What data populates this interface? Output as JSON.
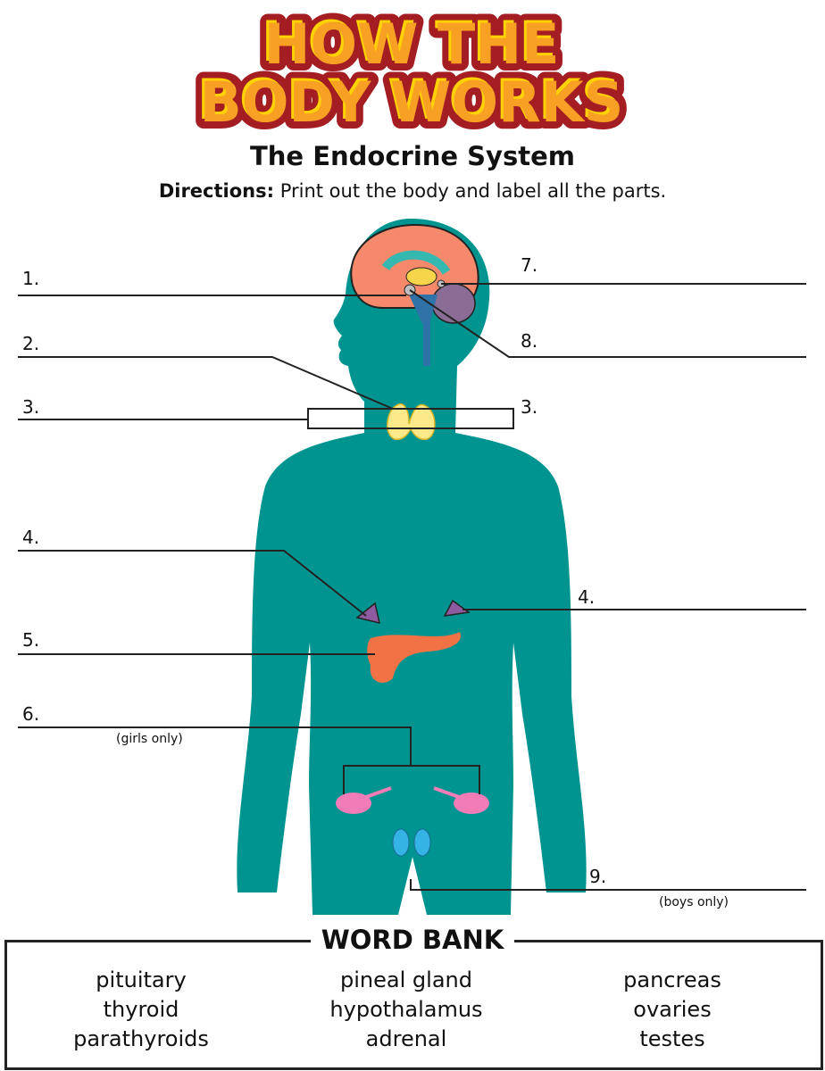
{
  "logo": {
    "line1": "HOW THE",
    "line2": "BODY WORKS"
  },
  "subtitle": "The Endocrine System",
  "directions": {
    "label": "Directions:",
    "text": "Print out the body and label all the parts."
  },
  "labels": {
    "n1": "1.",
    "n2": "2.",
    "n3_left": "3.",
    "n3_right": "3.",
    "n4_left": "4.",
    "n4_right": "4.",
    "n5": "5.",
    "n6": "6.",
    "n7": "7.",
    "n8": "8.",
    "n9": "9."
  },
  "notes": {
    "girls": "(girls only)",
    "boys": "(boys only)"
  },
  "word_bank": {
    "title": "WORD BANK",
    "columns": [
      [
        "pituitary",
        "thyroid",
        "parathyroids"
      ],
      [
        "pineal gland",
        "hypothalamus",
        "adrenal"
      ],
      [
        "pancreas",
        "ovaries",
        "testes"
      ]
    ]
  },
  "colors": {
    "body": "#009490",
    "logo_fill": "#f7a024",
    "logo_outline": "#a31d22"
  }
}
